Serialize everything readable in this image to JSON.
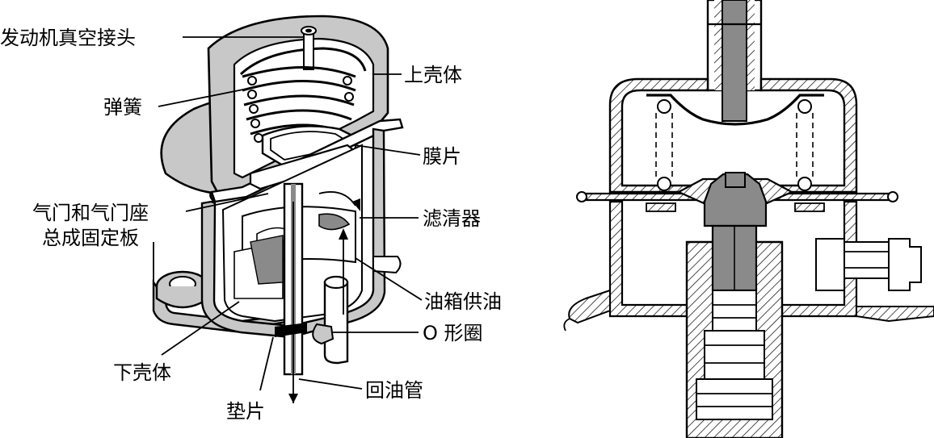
{
  "labels": {
    "vacuum_port": "发动机真空接头",
    "upper_housing": "上壳体",
    "spring": "弹簧",
    "diaphragm": "膜片",
    "valve_plate_line1": "气门和气门座",
    "valve_plate_line2": "总成固定板",
    "filter": "滤清器",
    "fuel_supply": "油箱供油",
    "o_ring": "O 形圈",
    "lower_housing": "下壳体",
    "return_pipe": "回油管",
    "gasket": "垫片"
  },
  "colors": {
    "line": "#000000",
    "gray_fill": "#c8c8c8",
    "dark_gray_fill": "#8a8a8a",
    "background": "#ffffff"
  }
}
